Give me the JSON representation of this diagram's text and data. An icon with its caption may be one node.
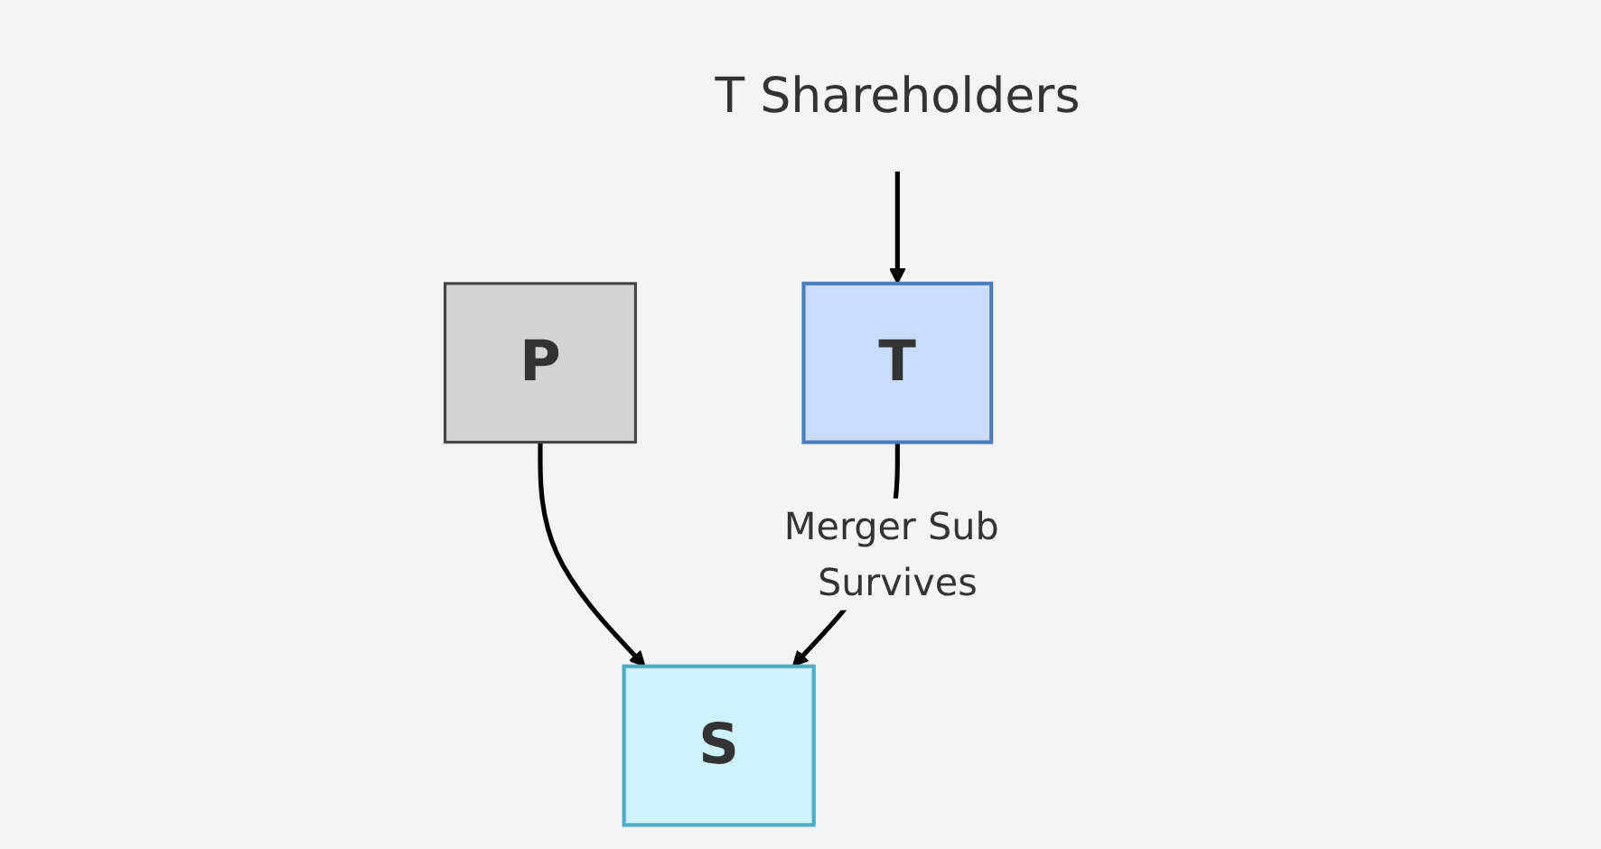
{
  "diagram": {
    "nodes": [
      {
        "text": [
          "T Shareholders"
        ]
      },
      {
        "text": [
          "T"
        ]
      },
      {
        "text": [
          "P"
        ]
      },
      {
        "text": [
          "S"
        ]
      }
    ],
    "edges": [
      {
        "from": 0,
        "to": 1,
        "arrow": "to"
      },
      {
        "from": 2,
        "to": 3,
        "arrow": "to"
      },
      {
        "from": 1,
        "to": 3,
        "label": "Merger Sub Survives",
        "arrow": "to"
      }
    ]
  }
}
